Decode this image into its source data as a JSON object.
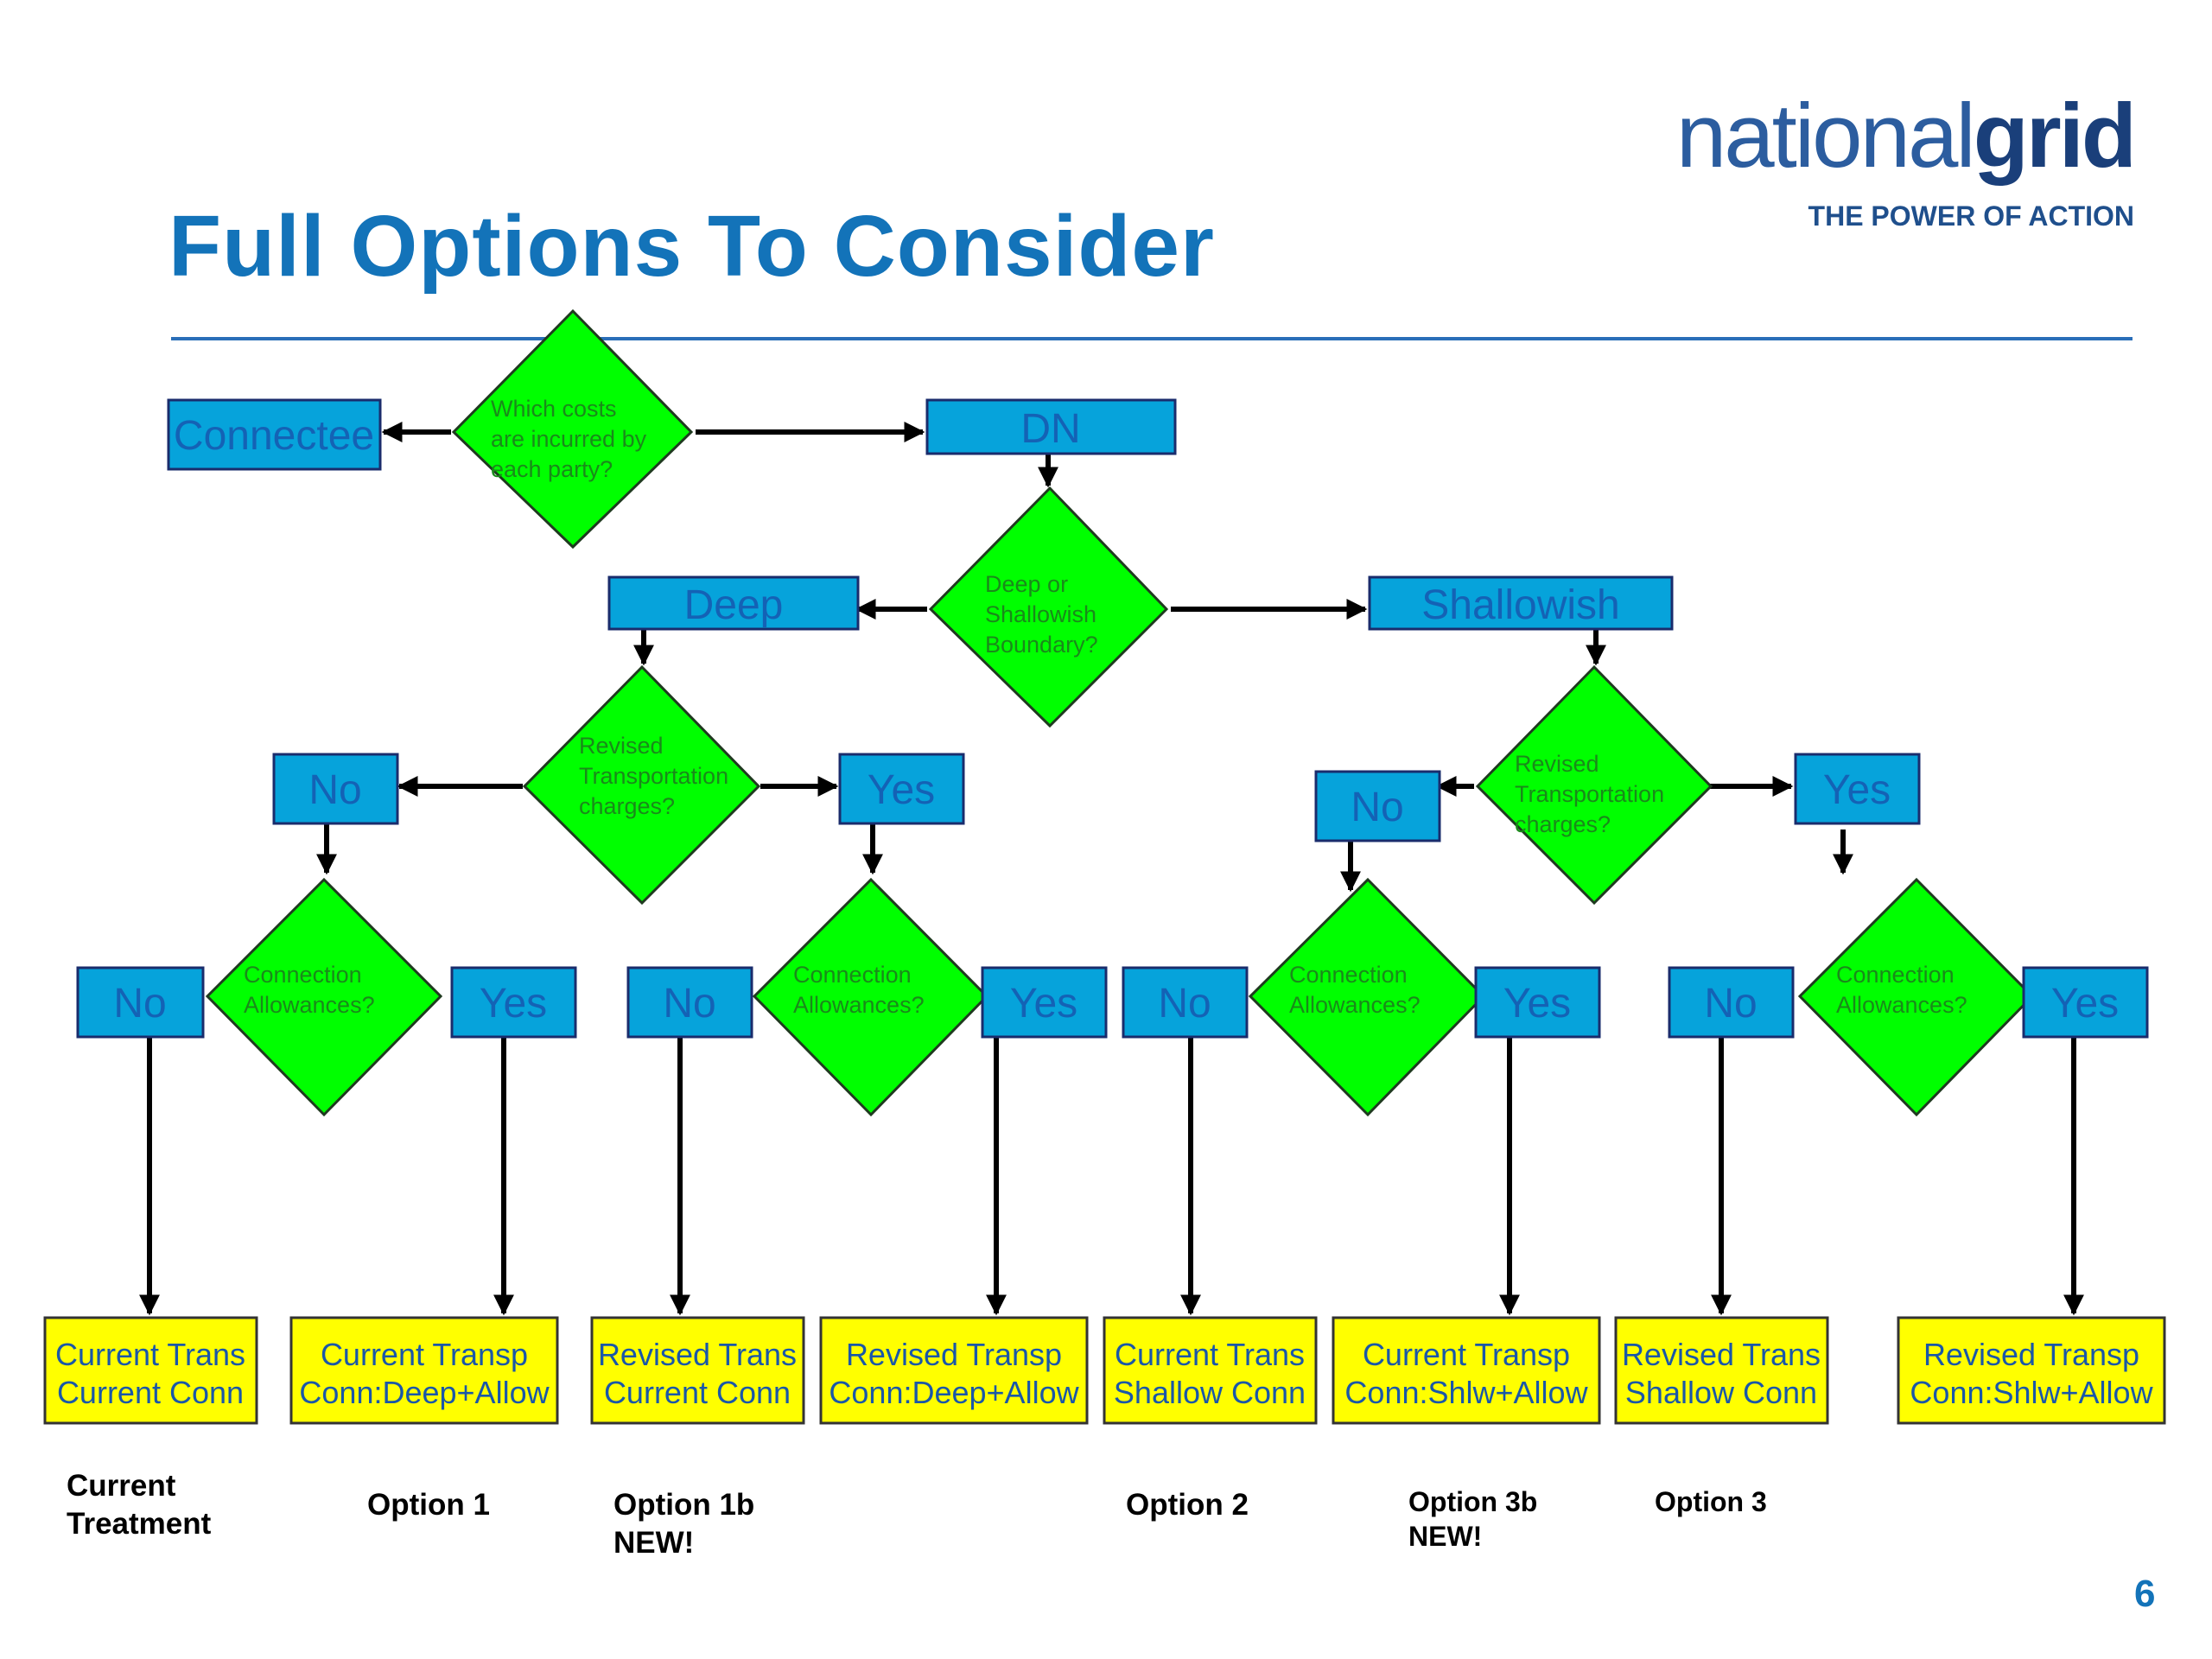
{
  "header": {
    "title": "Full Options To Consider",
    "logo_light": "national",
    "logo_bold": "grid",
    "tagline": "THE POWER OF ACTION"
  },
  "page_number": "6",
  "colors": {
    "blue_box": "#06a3db",
    "decision": "#00ff00",
    "outcome": "#ffff00",
    "title": "#1373b9"
  },
  "diagram": {
    "d_costs": [
      "Which costs",
      "are incurred by",
      "each party?"
    ],
    "connectee": "Connectee",
    "dn": "DN",
    "d_boundary": [
      "Deep or",
      "Shallowish",
      "Boundary?"
    ],
    "deep": "Deep",
    "shallowish": "Shallowish",
    "d_rev_left": [
      "Revised",
      "Transportation",
      "charges?"
    ],
    "d_rev_right": [
      "Revised",
      "Transportation",
      "charges?"
    ],
    "no": "No",
    "yes": "Yes",
    "d_allow": [
      "Connection",
      "Allowances?"
    ],
    "outcomes": [
      [
        "Current Trans",
        "Current Conn"
      ],
      [
        "Current Transp",
        "Conn:Deep+Allow"
      ],
      [
        "Revised Trans",
        "Current Conn"
      ],
      [
        "Revised Transp",
        "Conn:Deep+Allow"
      ],
      [
        "Current Trans",
        "Shallow Conn"
      ],
      [
        "Current Transp",
        "Conn:Shlw+Allow"
      ],
      [
        "Revised Trans",
        "Shallow Conn"
      ],
      [
        "Revised Transp",
        "Conn:Shlw+Allow"
      ]
    ]
  },
  "options": [
    [
      "Current",
      "Treatment"
    ],
    [
      "Option 1"
    ],
    [
      "Option 1b",
      "NEW!"
    ],
    [
      "Option 2"
    ],
    [
      "Option 3b",
      "NEW!"
    ],
    [
      "Option 3"
    ]
  ]
}
